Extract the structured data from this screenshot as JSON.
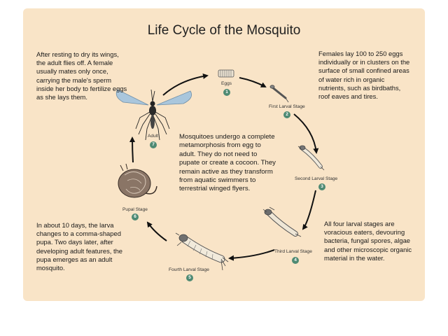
{
  "title": "Life Cycle of the Mosquito",
  "descriptions": {
    "adult": "After resting to dry its wings, the adult flies off. A female usually mates only once, carrying the male's sperm inside her body to fertilize eggs as she lays them.",
    "eggs": "Females lay 100 to 250 eggs individually or in clusters on the surface of small confined areas of water rich in organic nutrients, such as birdbaths, roof eaves and tires.",
    "center": "Mosquitoes undergo a complete metamorphosis from egg to adult. They do not need to pupate or create a cocoon. They remain active as they transform from aquatic swimmers to terrestrial winged flyers.",
    "pupa": "In about 10 days, the larva changes to a comma-shaped pupa. Two days later, after developing adult features, the pupa emerges as an adult mosquito.",
    "larvae": "All four larval stages are voracious eaters, devouring bacteria, fungal spores, algae and other microscopic organic material in the water."
  },
  "stages": [
    {
      "number": "1",
      "label": "Eggs"
    },
    {
      "number": "2",
      "label": "First Larval Stage"
    },
    {
      "number": "3",
      "label": "Second Larval Stage"
    },
    {
      "number": "4",
      "label": "Third Larval Stage"
    },
    {
      "number": "5",
      "label": "Fourth Larval Stage"
    },
    {
      "number": "6",
      "label": "Pupal Stage"
    },
    {
      "number": "7",
      "label": "Adult"
    }
  ],
  "colors": {
    "background": "#f9e4c7",
    "badge": "#4e8a73",
    "wing": "#a9c6dc"
  }
}
